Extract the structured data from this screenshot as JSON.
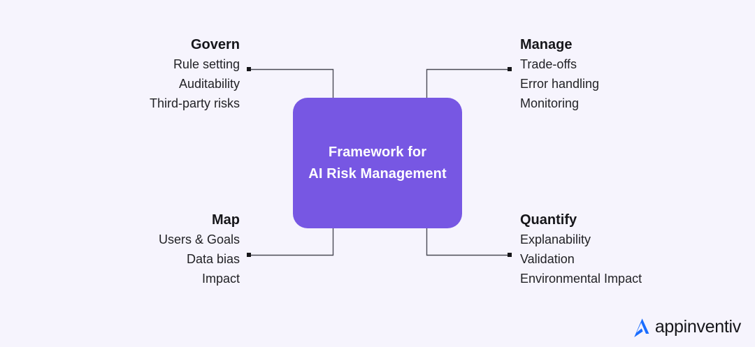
{
  "page": {
    "background_color": "#f6f4fd",
    "accent_color": "#7757e3",
    "connector_color": "#4a4a55",
    "text_color": "#16161a"
  },
  "center": {
    "title_line1": "Framework for",
    "title_line2": "AI Risk Management",
    "fill_color": "#7757e3",
    "text_color": "#ffffff"
  },
  "quadrants": [
    {
      "id": "govern",
      "title": "Govern",
      "items": [
        "Rule setting",
        "Auditability",
        "Third-party risks"
      ]
    },
    {
      "id": "manage",
      "title": "Manage",
      "items": [
        "Trade-offs",
        "Error handling",
        "Monitoring"
      ]
    },
    {
      "id": "map",
      "title": "Map",
      "items": [
        "Users & Goals",
        "Data bias",
        "Impact"
      ]
    },
    {
      "id": "quantify",
      "title": "Quantify",
      "items": [
        "Explanability",
        "Validation",
        "Environmental Impact"
      ]
    }
  ],
  "brand": {
    "name": "appinventiv",
    "mark_icon": "appinventiv-chevron-logo-icon",
    "mark_color": "#1a6dff",
    "text_color": "#16161a"
  }
}
